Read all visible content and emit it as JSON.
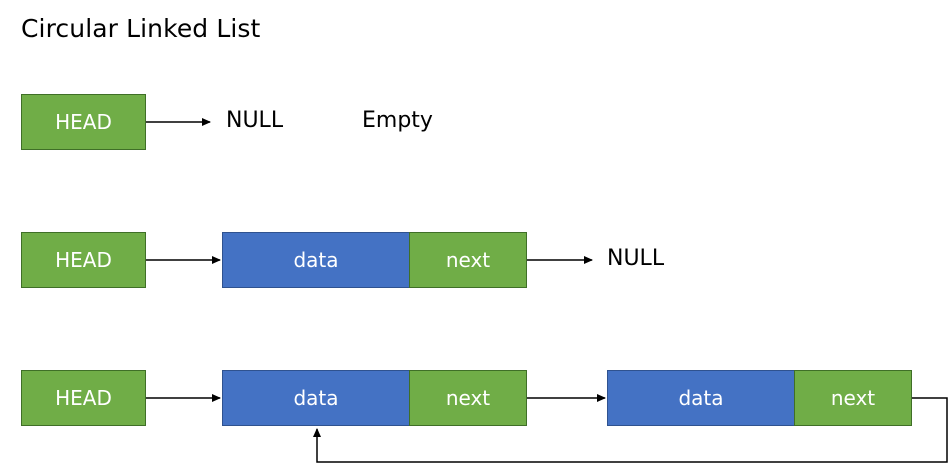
{
  "title": "Circular Linked List",
  "row1": {
    "head": "HEAD",
    "null": "NULL",
    "state": "Empty"
  },
  "row2": {
    "head": "HEAD",
    "data": "data",
    "next": "next",
    "null": "NULL"
  },
  "row3": {
    "head": "HEAD",
    "node1": {
      "data": "data",
      "next": "next"
    },
    "node2": {
      "data": "data",
      "next": "next"
    }
  },
  "colors": {
    "green": "#70ad47",
    "blue": "#4472c4"
  }
}
